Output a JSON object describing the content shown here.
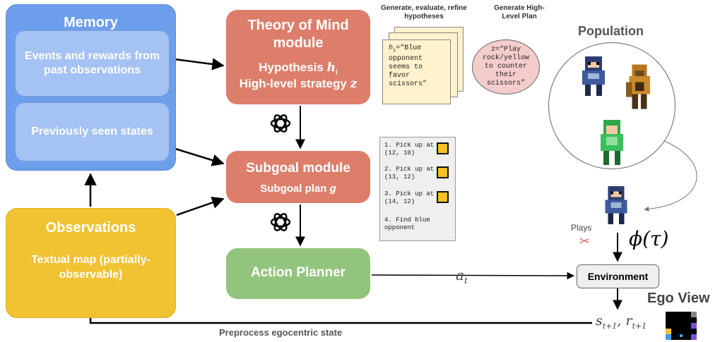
{
  "memory": {
    "title": "Memory",
    "events_box": "Events and rewards from past observations",
    "states_box": "Previously seen states"
  },
  "observations": {
    "title": "Observations",
    "subtitle": "Textual map (partially-observable)"
  },
  "tom": {
    "title": "Theory of Mind module",
    "hypothesis_label": "Hypothesis",
    "hypothesis_symbol": "h",
    "hypothesis_sub": "i",
    "strategy_label": "High-level strategy",
    "strategy_symbol": "z"
  },
  "subgoal_module": {
    "title": "Subgoal module",
    "plan_label": "Subgoal plan",
    "plan_symbol": "g"
  },
  "action_planner": {
    "title": "Action Planner"
  },
  "annotations": {
    "generate_hypotheses": "Generate, evaluate, refine hypotheses",
    "generate_plan": "Generate High-Level Plan",
    "hypothesis_note": "=“Blue opponent seems to favor scissors”",
    "hypothesis_note_symbol": "h",
    "hypothesis_note_sub": "i",
    "plan_note": "z=“Play rock/yellow to counter their scissors”"
  },
  "subgoal_list": [
    "1. Pick up at (12, 10)",
    "2. Pick up at (13, 12)",
    "3. Pick up at (14, 12)",
    "4. Find blue opponent"
  ],
  "population": {
    "title": "Population"
  },
  "plays": {
    "label": "Plays",
    "policy": "ϕ(τ)"
  },
  "environment": {
    "label": "Environment"
  },
  "ego_view": {
    "title": "Ego View"
  },
  "action": {
    "symbol": "a",
    "sub": "t"
  },
  "state_reward": {
    "s": "s",
    "s_sub": "t+1",
    "sep": ",",
    "r": "r",
    "r_sub": "t+1"
  },
  "preprocess": {
    "label": "Preprocess egocentric state"
  },
  "colors": {
    "memory": "#6d9eeb",
    "memory_inner": "#a4c2f4",
    "observations": "#f1c232",
    "modules": "#dd7e6b",
    "planner": "#93c47d",
    "note_yellow": "#fff2cc",
    "note_pink": "#f4cccc"
  }
}
